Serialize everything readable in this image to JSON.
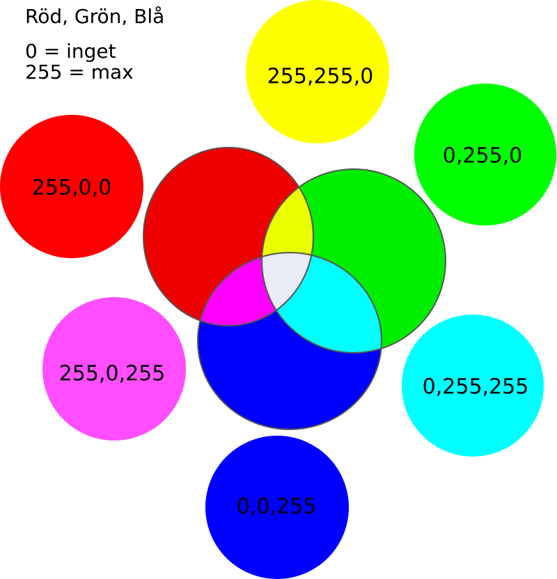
{
  "header": {
    "title": "Röd, Grön, Blå",
    "scale_min": "0 = inget",
    "scale_max": "255 = max"
  },
  "swatches": {
    "red": {
      "label": "255,0,0",
      "color": "#ff0000"
    },
    "green": {
      "label": "0,255,0",
      "color": "#00ff00"
    },
    "blue": {
      "label": "0,0,255",
      "color": "#0000ff"
    },
    "yellow": {
      "label": "255,255,0",
      "color": "#ffff00"
    },
    "cyan": {
      "label": "0,255,255",
      "color": "#00ffff"
    },
    "magenta": {
      "label": "255,0,255",
      "color": "#ff4dff"
    }
  },
  "venn": {
    "red": "#ee0000",
    "green": "#00ee00",
    "blue": "#0000ff",
    "red_green": "#eaff00",
    "red_blue": "#ff00ff",
    "green_blue": "#00ffff",
    "center": "#e9ecf7",
    "outline": "#555555"
  }
}
